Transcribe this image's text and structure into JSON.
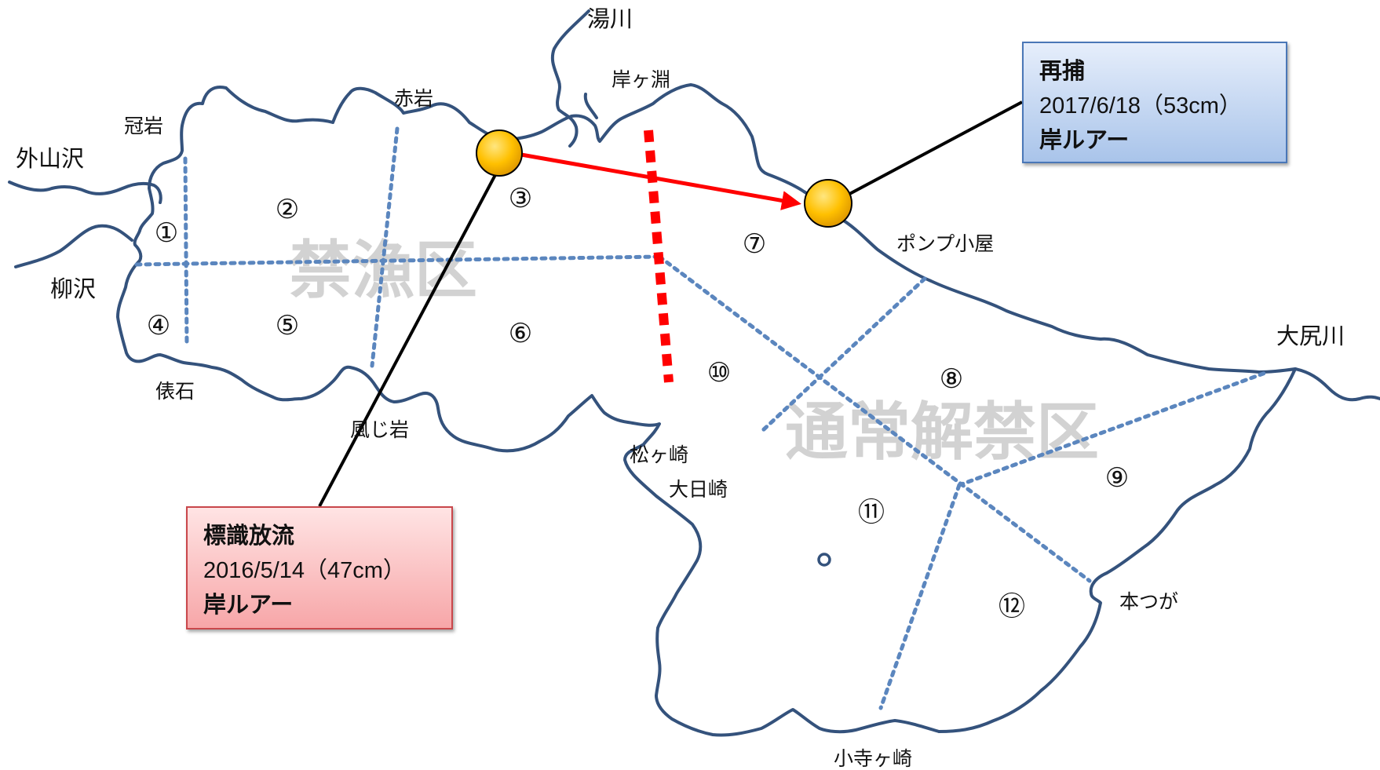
{
  "map": {
    "zone_labels": {
      "closed": "禁漁区",
      "open": "通常解禁区"
    },
    "places": {
      "yukawa": "湯川",
      "kishigafuchi": "岸ヶ淵",
      "akaiwa": "赤岩",
      "kanmuriiwa": "冠岩",
      "toyamasawa": "外山沢",
      "yanagisawa": "柳沢",
      "tawaraishi": "俵石",
      "kazeiwa": "風じ岩",
      "matsugasaki": "松ヶ崎",
      "ohinosaki": "大日崎",
      "pump_hut": "ポンプ小屋",
      "oshirikawa": "大尻川",
      "hontsuga": "本つが",
      "kodera": "小寺ヶ崎"
    },
    "zones": [
      "①",
      "②",
      "③",
      "④",
      "⑤",
      "⑥",
      "⑦",
      "⑧",
      "⑨",
      "⑩",
      "⑪",
      "⑫"
    ],
    "colors": {
      "shoreline": "#34527c",
      "zone_dividers": "#5b86be",
      "closed_boundary": "#ff0000",
      "movement_arrow": "#ff0000",
      "point_marker": "#ffc000"
    }
  },
  "release": {
    "title": "標識放流",
    "date_size": "2016/5/14（47cm）",
    "method": "岸ルアー"
  },
  "recapture": {
    "title": "再捕",
    "date_size": "2017/6/18（53cm）",
    "method": "岸ルアー"
  }
}
